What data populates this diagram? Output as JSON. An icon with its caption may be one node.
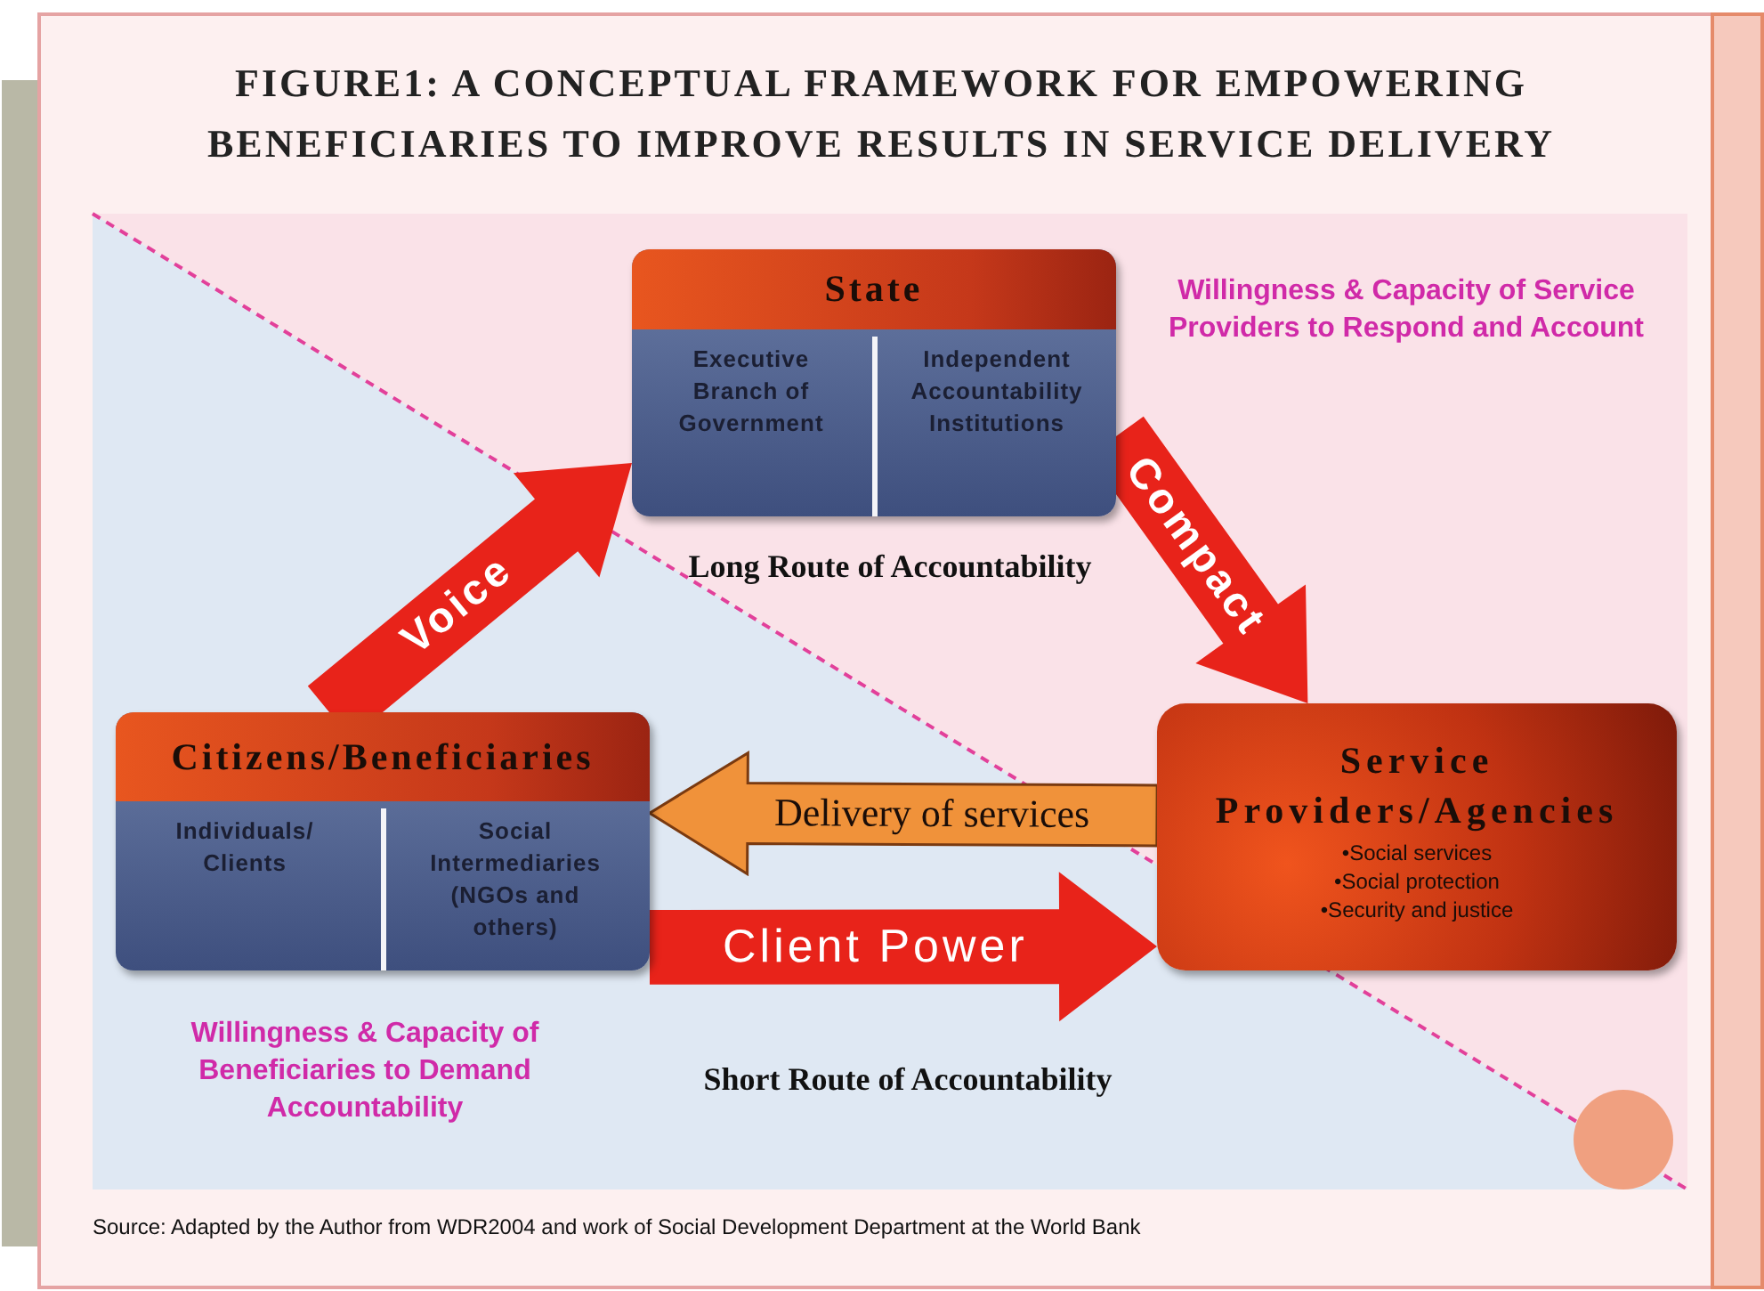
{
  "diagram": {
    "title": "FIGURE1: A CONCEPTUAL FRAMEWORK FOR EMPOWERING BENEFICIARIES TO IMPROVE RESULTS IN SERVICE DELIVERY",
    "caption": "Source: Adapted by the Author from WDR2004 and work of Social Development Department at the World Bank",
    "nodes": [
      {
        "text": [
          "State"
        ]
      },
      {
        "text": [
          "Executive Branch of Government"
        ],
        "in": 0
      },
      {
        "text": [
          "Independent Accountability Institutions"
        ],
        "in": 0
      },
      {
        "text": [
          "Citizens/Beneficiaries"
        ]
      },
      {
        "text": [
          "Individuals/ Clients"
        ],
        "in": 3
      },
      {
        "text": [
          "Social Intermediaries (NGOs and others)"
        ],
        "in": 3
      },
      {
        "text": [
          "Service Providers/Agencies",
          "•Social services",
          "•Social protection",
          "•Security and justice"
        ]
      }
    ],
    "edges": [
      {
        "from": 3,
        "to": 0,
        "arrow": "to",
        "label": "Voice"
      },
      {
        "from": 0,
        "to": 6,
        "arrow": "to",
        "label": "Compact"
      },
      {
        "from": 6,
        "to": 3,
        "arrow": "to",
        "label": "Delivery of services",
        "color": "#f0923a"
      },
      {
        "from": 3,
        "to": 6,
        "arrow": "to",
        "label": "Client Power"
      }
    ],
    "labels": [
      "Willingness & Capacity of Service Providers to Respond and Account",
      "Long Route of Accountability",
      "Willingness & Capacity of Beneficiaries to Demand Accountability",
      "Short Route of Accountability"
    ]
  }
}
